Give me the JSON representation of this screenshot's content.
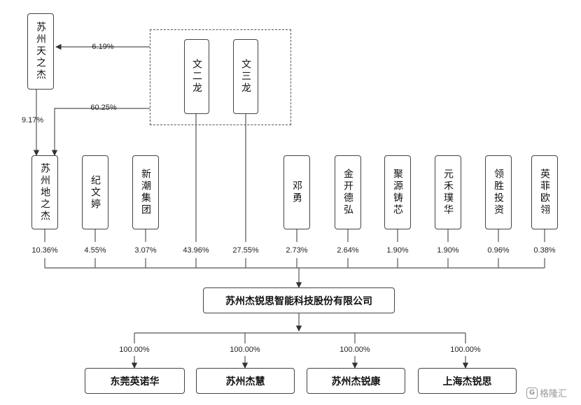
{
  "controllers": {
    "tianzhijie": "苏州天之杰",
    "wen_erlong": "文二龙",
    "wen_sanlong": "文三龙"
  },
  "shareholders": [
    {
      "name": "苏州地之杰",
      "pct": "10.36%"
    },
    {
      "name": "纪文婷",
      "pct": "4.55%"
    },
    {
      "name": "新潮集团",
      "pct": "3.07%"
    },
    {
      "name": "",
      "pct": "43.96%"
    },
    {
      "name": "",
      "pct": "27.55%"
    },
    {
      "name": "邓勇",
      "pct": "2.73%"
    },
    {
      "name": "金开德弘",
      "pct": "2.64%"
    },
    {
      "name": "聚源铸芯",
      "pct": "1.90%"
    },
    {
      "name": "元禾璞华",
      "pct": "1.90%"
    },
    {
      "name": "领胜投资",
      "pct": "0.96%"
    },
    {
      "name": "英菲欧翎",
      "pct": "0.38%"
    }
  ],
  "links": {
    "to_tianzhijie": "6.19%",
    "to_dizhijie_from_group": "60.25%",
    "tianzhijie_to_dizhijie": "9.17%"
  },
  "company": "苏州杰锐思智能科技股份有限公司",
  "subsidiaries": [
    {
      "name": "东莞英诺华",
      "pct": "100.00%"
    },
    {
      "name": "苏州杰慧",
      "pct": "100.00%"
    },
    {
      "name": "苏州杰锐康",
      "pct": "100.00%"
    },
    {
      "name": "上海杰锐思",
      "pct": "100.00%"
    }
  ],
  "watermark": "格隆汇",
  "colors": {
    "line": "#555555",
    "border": "#444444",
    "watermark": "#9a9a9a"
  }
}
